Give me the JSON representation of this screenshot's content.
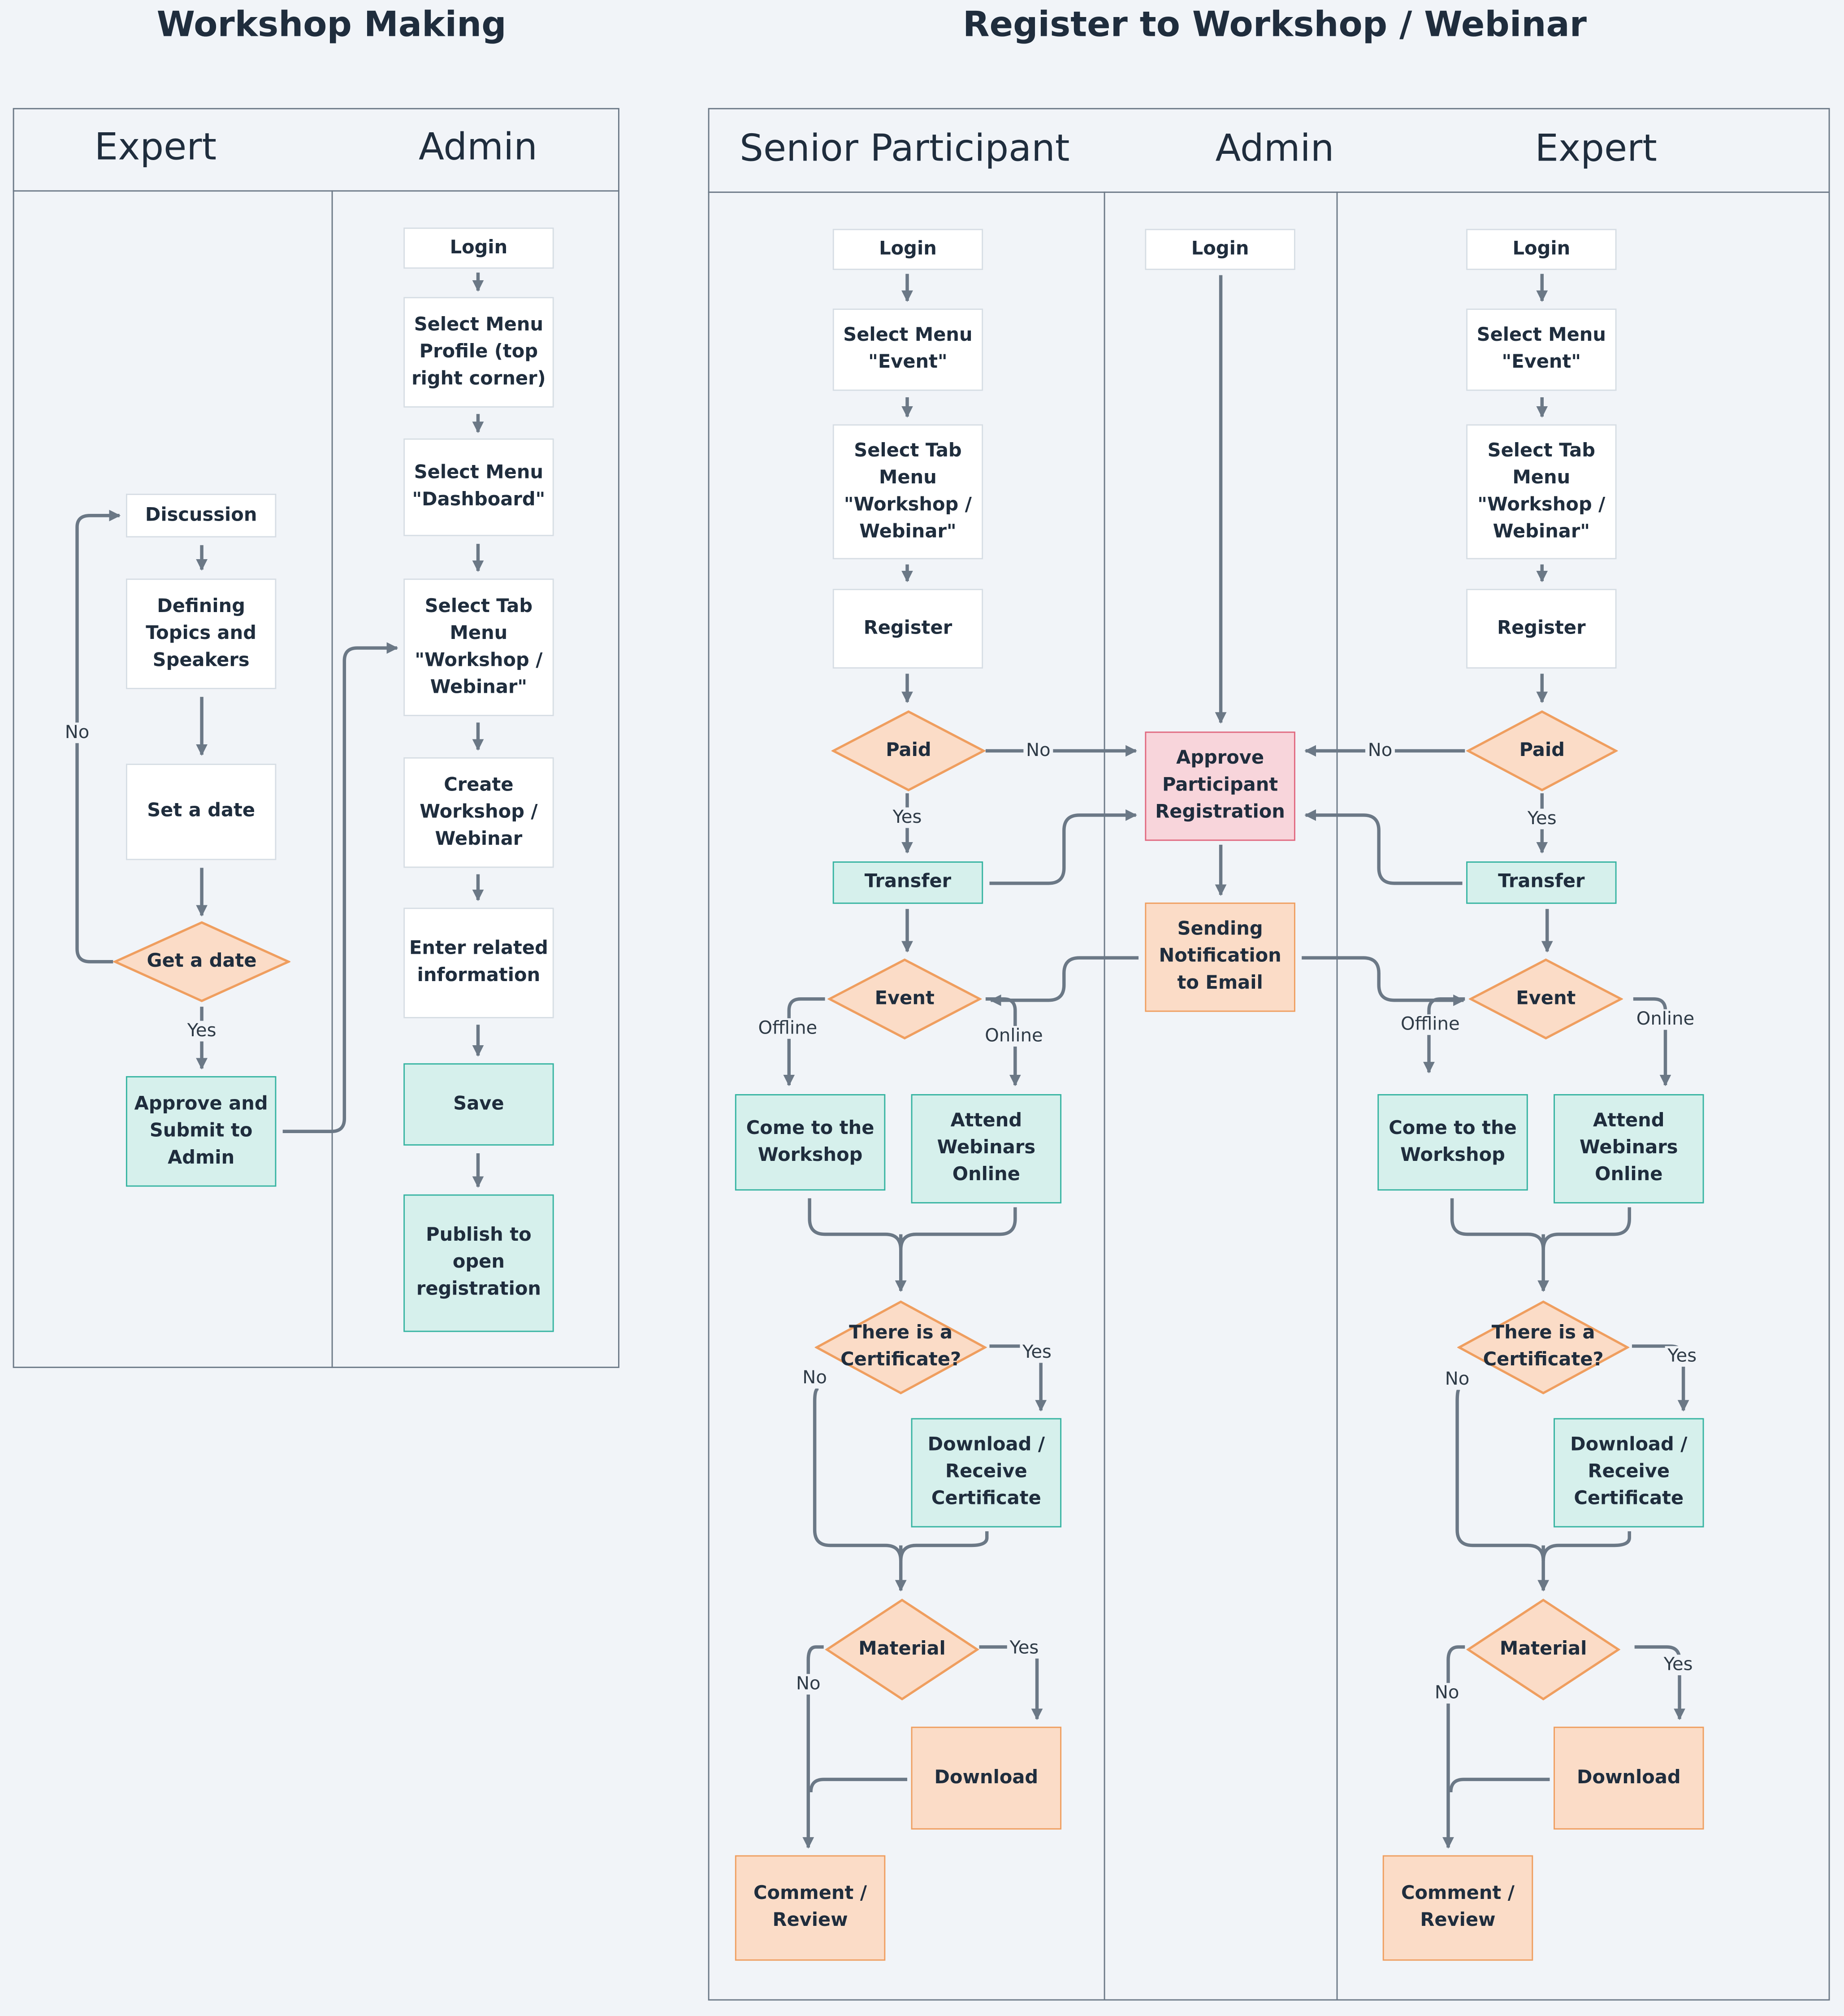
{
  "titles": {
    "left": "Workshop Making",
    "right": "Register to Workshop / Webinar"
  },
  "lanes": {
    "left_expert": "Expert",
    "left_admin": "Admin",
    "senior": "Senior Participant",
    "right_admin": "Admin",
    "right_expert": "Expert"
  },
  "nodes": {
    "wm_discussion": "Discussion",
    "wm_defining": "Defining\nTopics and\nSpeakers",
    "wm_setdate": "Set a date",
    "wm_getdate": "Get a date",
    "wm_approve": "Approve and\nSubmit to\nAdmin",
    "wm_login": "Login",
    "wm_profile": "Select Menu\nProfile (top\nright corner)",
    "wm_dashboard": "Select Menu\n\"Dashboard\"",
    "wm_tab": "Select Tab\nMenu\n\"Workshop /\nWebinar\"",
    "wm_create": "Create\nWorkshop /\nWebinar",
    "wm_enter": "Enter related\ninformation",
    "wm_save": "Save",
    "wm_publish": "Publish to\nopen\nregistration",
    "sp_login": "Login",
    "sp_menu": "Select Menu\n\"Event\"",
    "sp_tab": "Select Tab\nMenu\n\"Workshop /\nWebinar\"",
    "sp_register": "Register",
    "sp_paid": "Paid",
    "sp_transfer": "Transfer",
    "sp_event": "Event",
    "sp_come": "Come to the\nWorkshop",
    "sp_attend": "Attend\nWebinars\nOnline",
    "sp_cert": "There is a\nCertificate?",
    "sp_download_cert": "Download /\nReceive\nCertificate",
    "sp_material": "Material",
    "sp_download": "Download",
    "sp_comment": "Comment /\nReview",
    "ad_login": "Login",
    "ad_approve": "Approve\nParticipant\nRegistration",
    "ad_notify": "Sending\nNotification\nto Email",
    "ex_login": "Login",
    "ex_menu": "Select Menu\n\"Event\"",
    "ex_tab": "Select Tab\nMenu\n\"Workshop /\nWebinar\"",
    "ex_register": "Register",
    "ex_paid": "Paid",
    "ex_transfer": "Transfer",
    "ex_event": "Event",
    "ex_come": "Come to the\nWorkshop",
    "ex_attend": "Attend\nWebinars\nOnline",
    "ex_cert": "There is a\nCertificate?",
    "ex_download_cert": "Download /\nReceive\nCertificate",
    "ex_material": "Material",
    "ex_download": "Download",
    "ex_comment": "Comment /\nReview"
  },
  "labels": {
    "no": "No",
    "yes": "Yes",
    "offline": "Offline",
    "online": "Online"
  },
  "colors": {
    "line": "#6b7886",
    "teal_fill": "#d6f0ec",
    "teal_border": "#35b3a1",
    "orange_fill": "#fbdcc7",
    "orange_border": "#ef9e5f",
    "pink_fill": "#f8d5db",
    "pink_border": "#e0687f",
    "background": "#f1f4f8"
  }
}
